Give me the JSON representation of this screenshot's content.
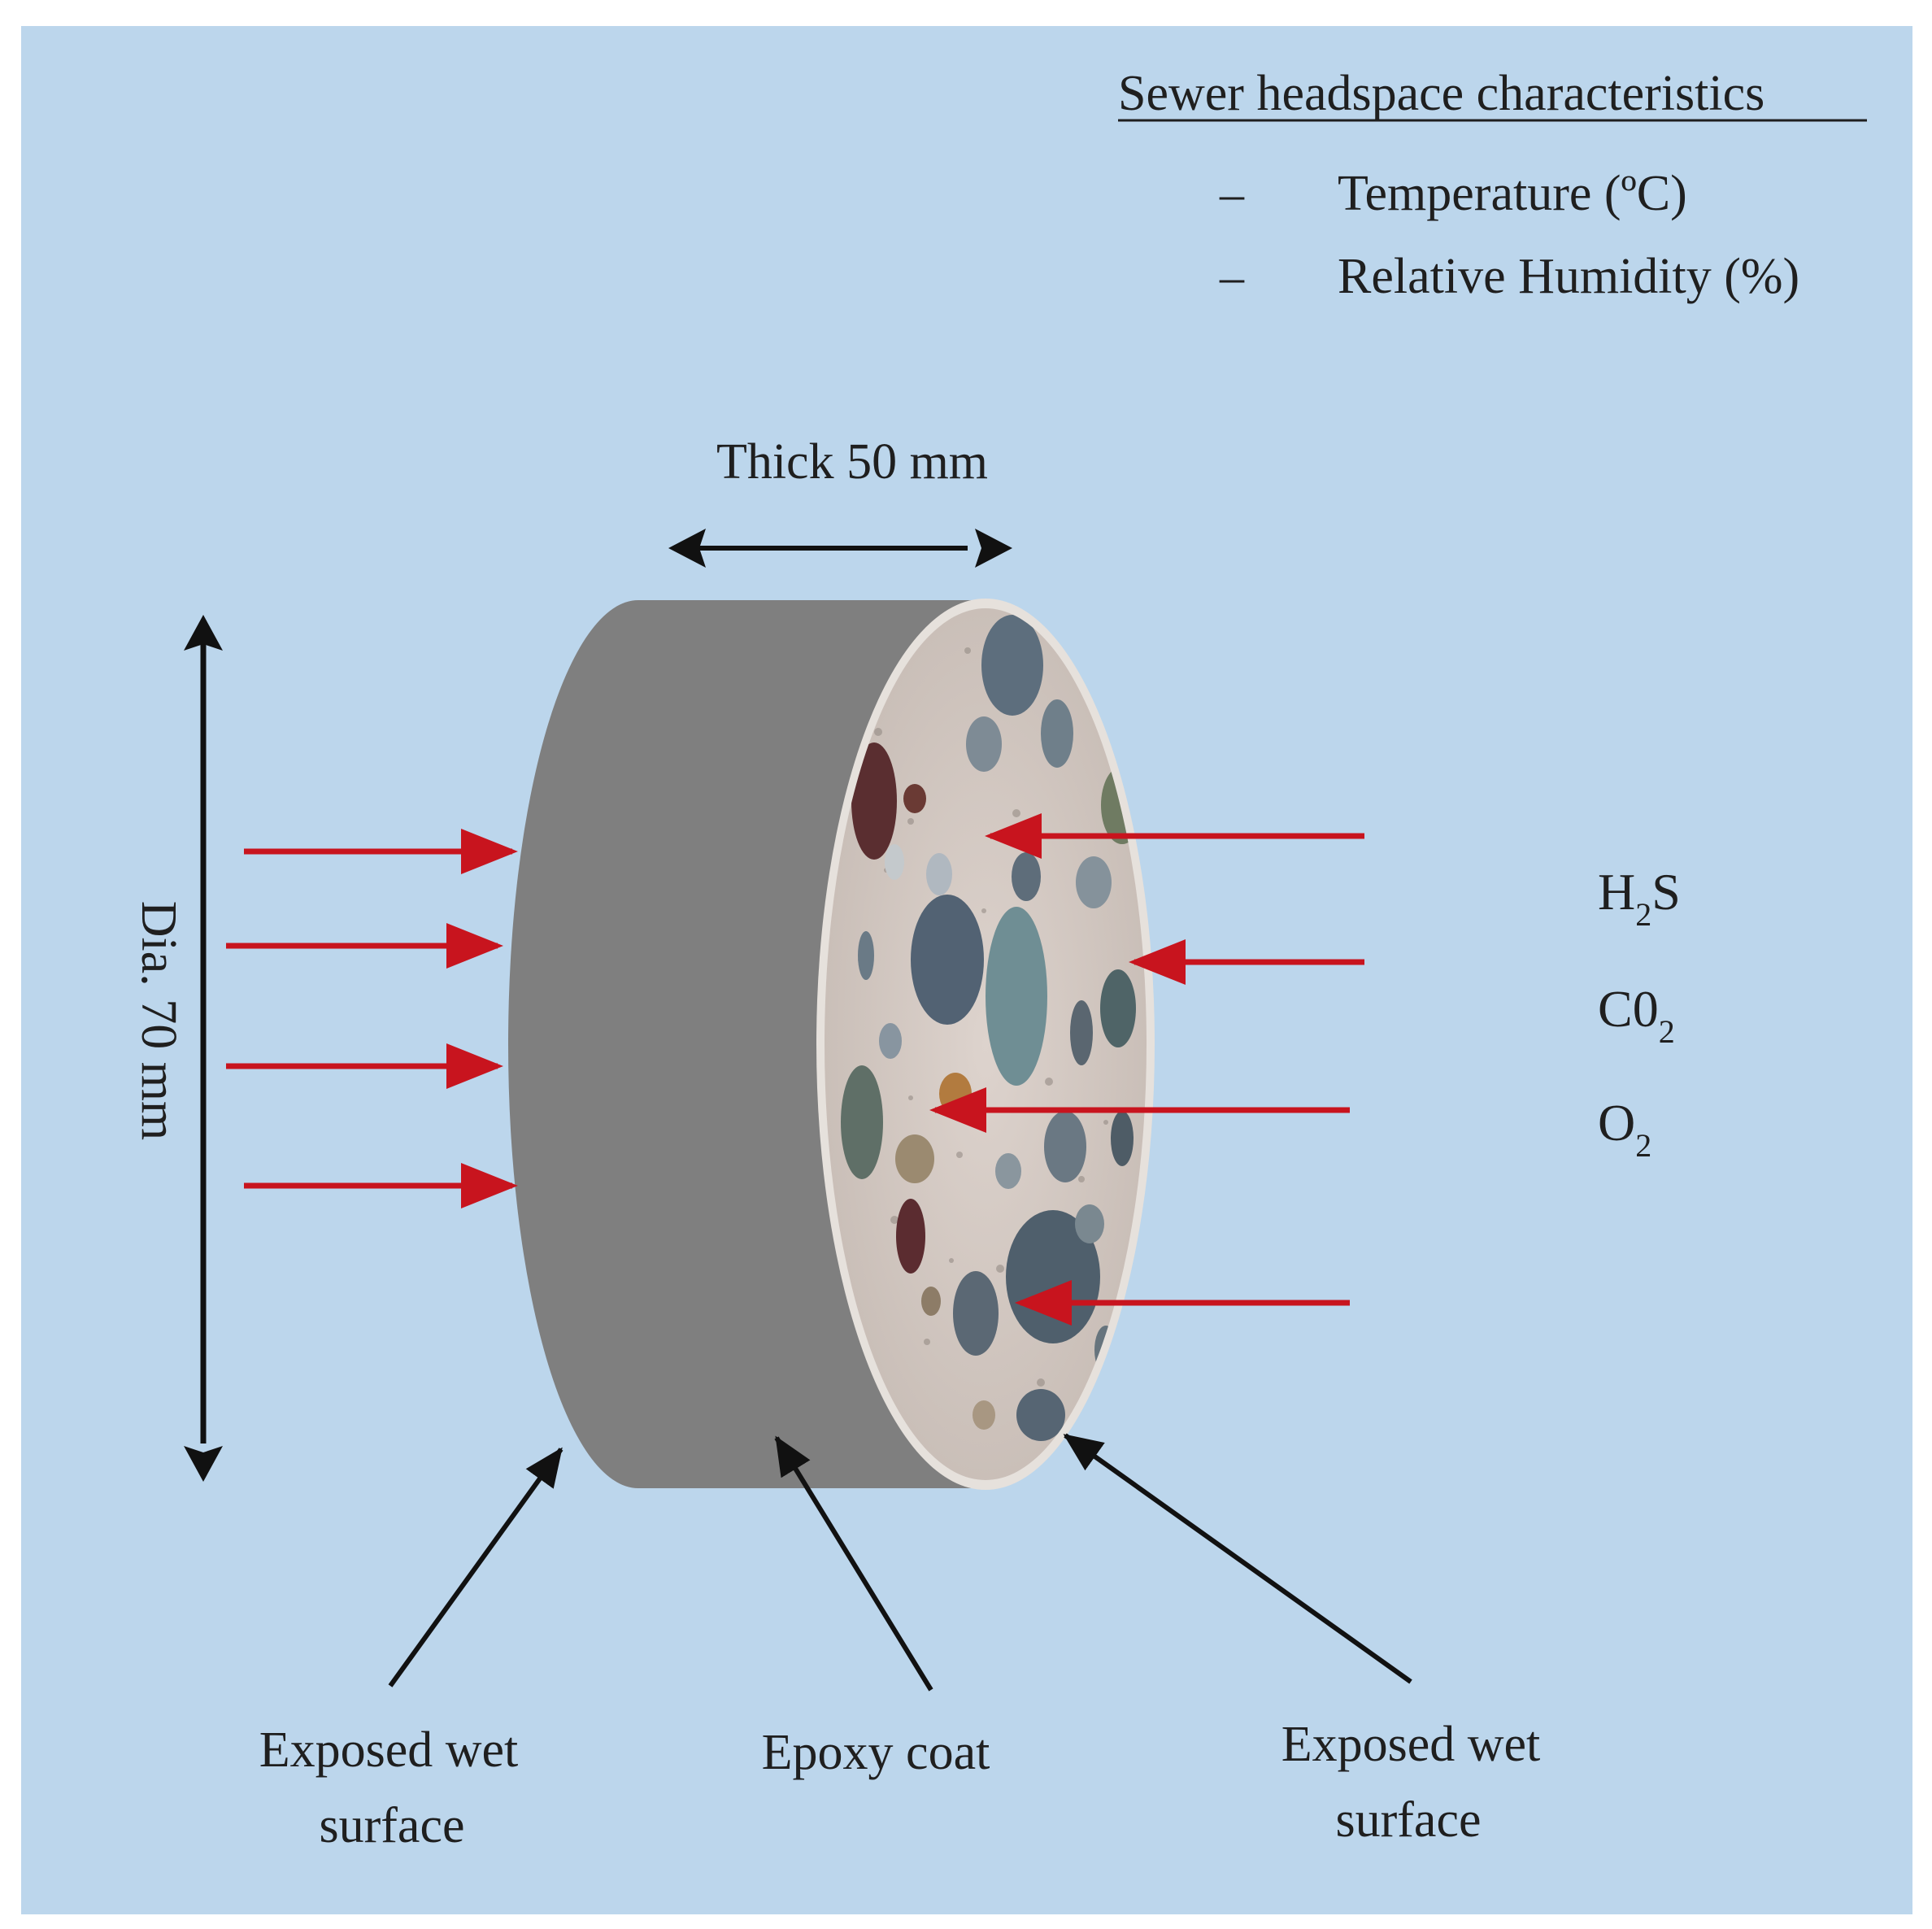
{
  "headspace": {
    "title": "Sewer headspace characteristics",
    "items": [
      {
        "bullet": "–",
        "text": "Temperature (ºC)"
      },
      {
        "bullet": "–",
        "text": "Relative Humidity (%)"
      }
    ]
  },
  "dimensions": {
    "thickness_label": "Thick 50 mm",
    "diameter_label": "Dia. 70 mm"
  },
  "gases": [
    {
      "main": "H",
      "sub": "2",
      "tail": "S"
    },
    {
      "main": "C0",
      "sub": "2",
      "tail": ""
    },
    {
      "main": "O",
      "sub": "2",
      "tail": ""
    }
  ],
  "callouts": {
    "left_surface_line1": "Exposed wet",
    "left_surface_line2": "surface",
    "epoxy": "Epoxy coat",
    "right_surface_line1": "Exposed wet",
    "right_surface_line2": "surface"
  },
  "colors": {
    "background": "#bcd6ec",
    "epoxy": "#7f7f7f",
    "concrete": "#d3c9c3",
    "arrow_gas": "#c8141e",
    "arrow_callout": "#111111"
  }
}
